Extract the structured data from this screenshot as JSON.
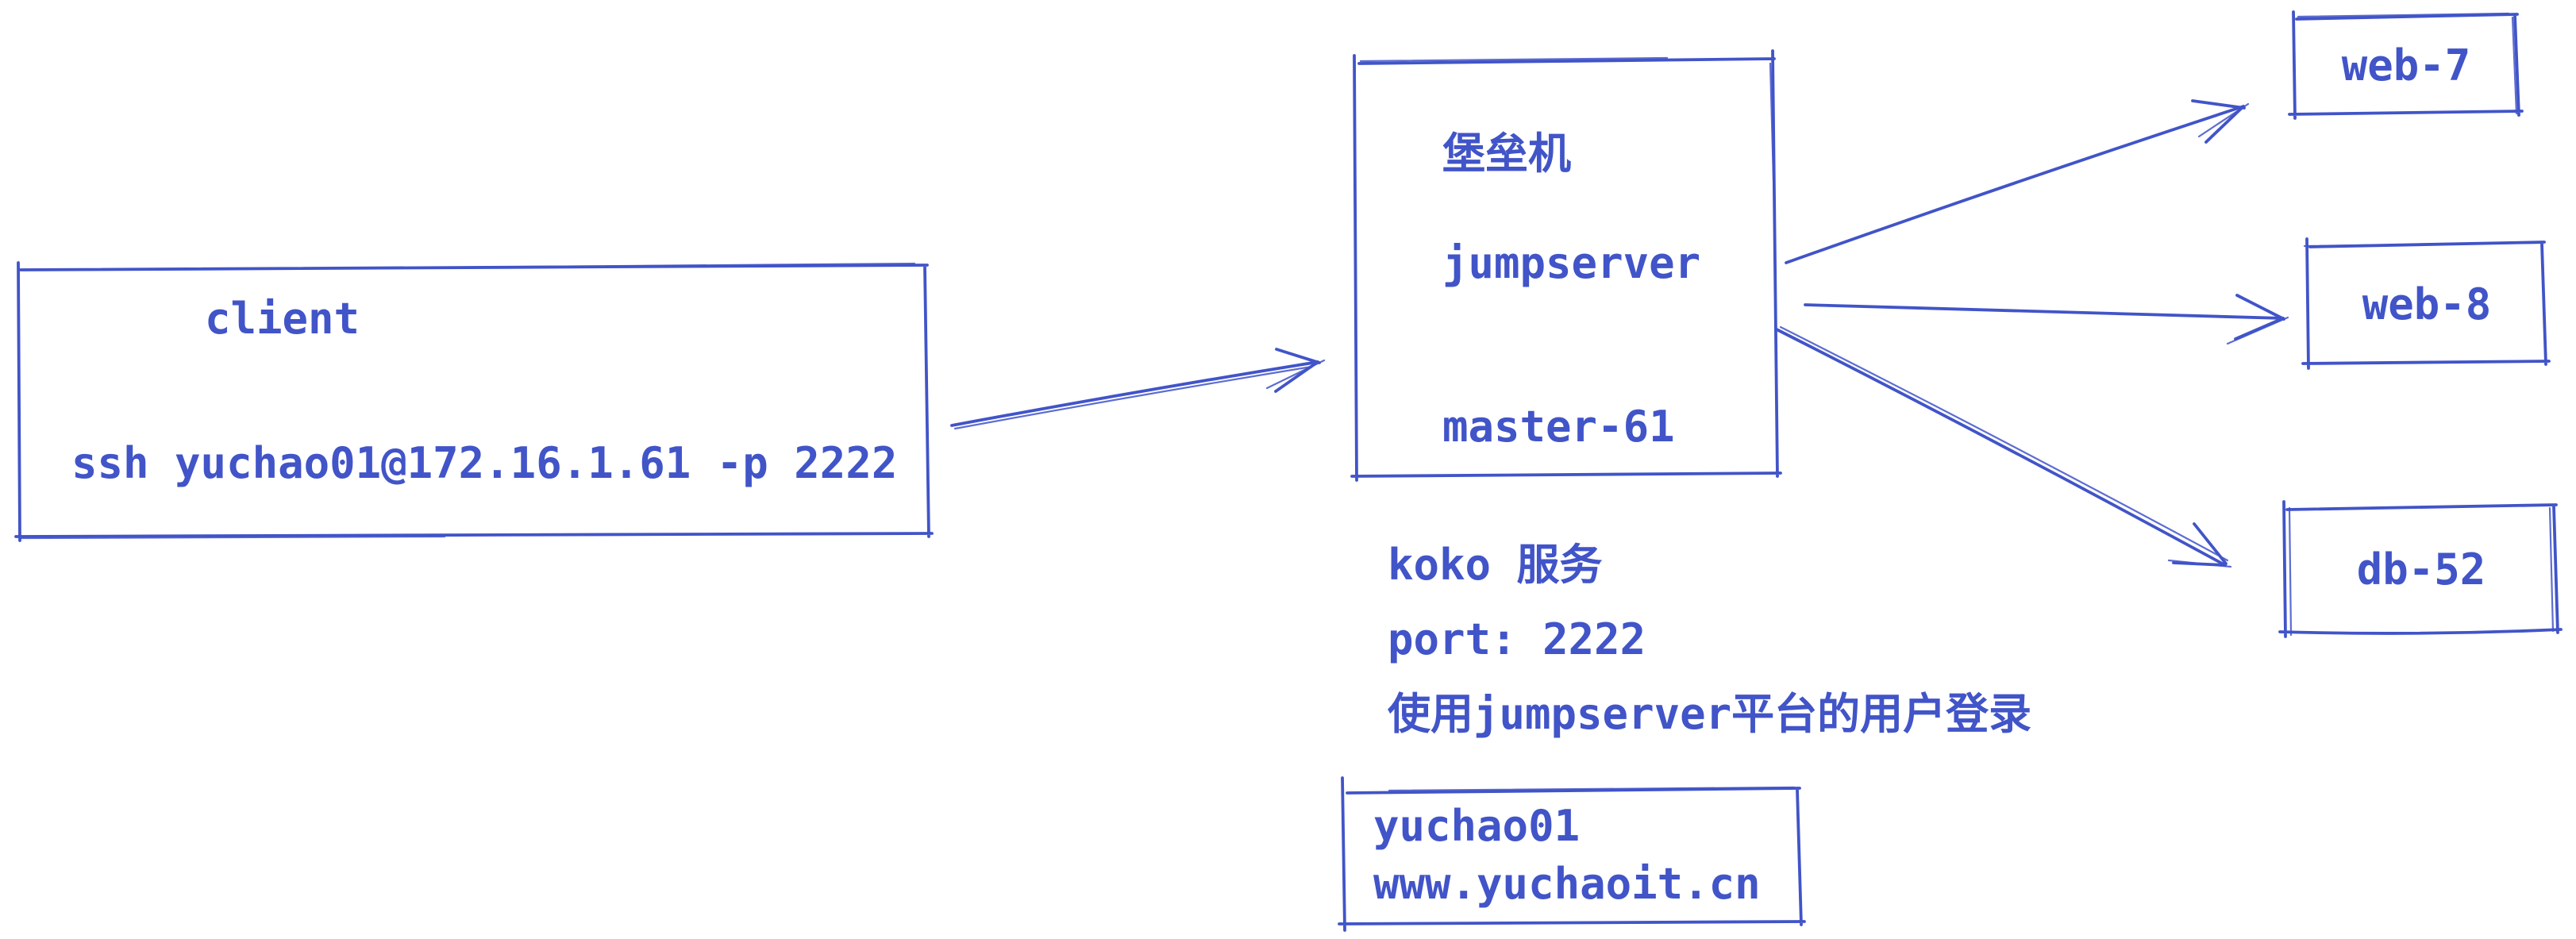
{
  "colors": {
    "ink": "#4154c8",
    "background": "#ffffff"
  },
  "client": {
    "title": "client",
    "command": "ssh yuchao01@172.16.1.61 -p 2222"
  },
  "jumpserver": {
    "role": "堡垒机",
    "name": "jumpserver",
    "host": "master-61"
  },
  "notes": {
    "service": "koko 服务",
    "port": "port: 2222",
    "login": "使用jumpserver平台的用户登录"
  },
  "account": {
    "user": "yuchao01",
    "site": "www.yuchaoit.cn"
  },
  "targets": [
    {
      "label": "web-7"
    },
    {
      "label": "web-8"
    },
    {
      "label": "db-52"
    }
  ]
}
